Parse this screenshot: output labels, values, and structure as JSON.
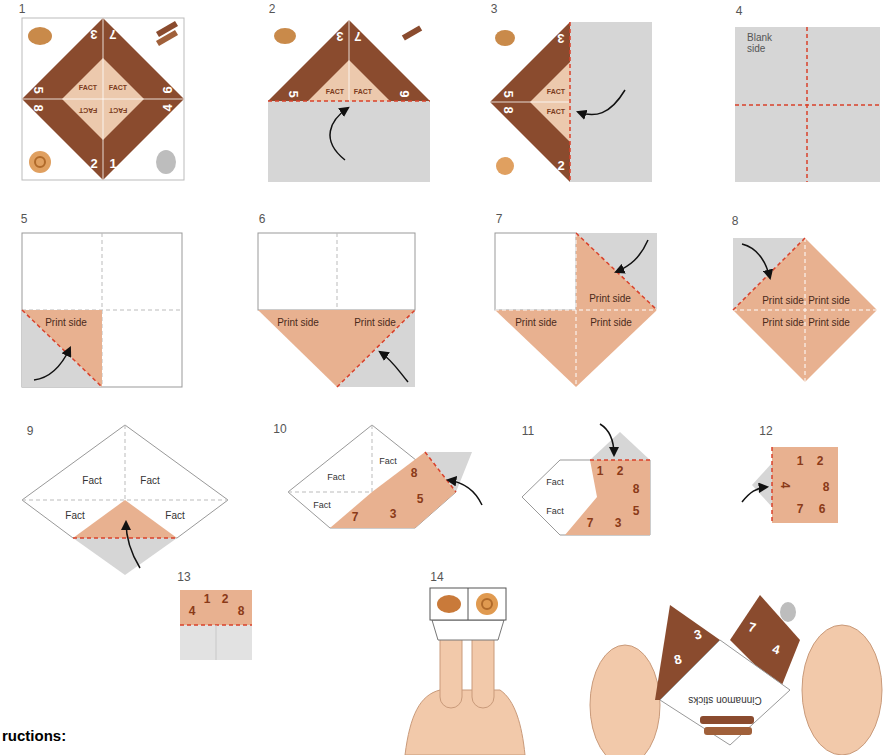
{
  "diagram": {
    "labels": [
      "1",
      "2",
      "3",
      "4",
      "5",
      "6",
      "7",
      "8",
      "9",
      "10",
      "11",
      "12",
      "13",
      "14",
      "3",
      "7",
      "5",
      "8",
      "6",
      "4",
      "2",
      "1",
      "FACT",
      "FACT",
      "FACT",
      "FACT",
      "3",
      "7",
      "5",
      "6",
      "FACT",
      "FACT",
      "3",
      "5",
      "8",
      "2",
      "FACT",
      "FACT",
      "Blank side",
      "Print side",
      "Print side",
      "Print side",
      "Print side",
      "Print side",
      "Print side",
      "Print side",
      "Print side",
      "Print side",
      "Print side",
      "Fact",
      "Fact",
      "Fact",
      "Fact",
      "Fact",
      "Fact",
      "Fact",
      "8",
      "5",
      "3",
      "7",
      "Fact",
      "Fact",
      "1",
      "2",
      "8",
      "5",
      "3",
      "7",
      "4",
      "1",
      "2",
      "8",
      "7",
      "6",
      "4",
      "1",
      "2",
      "8",
      "8",
      "3",
      "7",
      "4",
      "Cinnamon sticks",
      "ructions:"
    ]
  }
}
